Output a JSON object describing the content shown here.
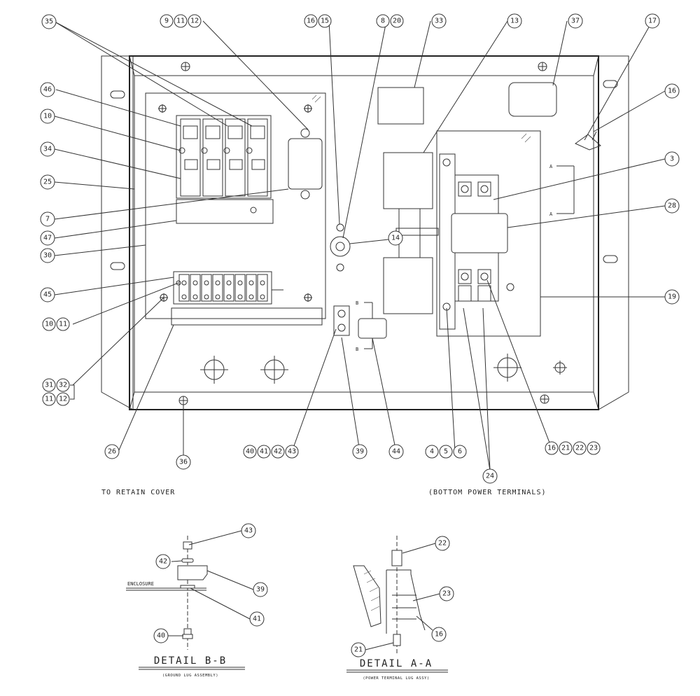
{
  "balloons": {
    "b35": "35",
    "b9": "9",
    "b11a": "11",
    "b12a": "12",
    "b16a": "16",
    "b15": "15",
    "b8": "8",
    "b20": "20",
    "b33": "33",
    "b13": "13",
    "b37": "37",
    "b17": "17",
    "b16b": "16",
    "b46": "46",
    "b10a": "10",
    "b34": "34",
    "b25": "25",
    "b3": "3",
    "b28": "28",
    "b7": "7",
    "b47": "47",
    "b30": "30",
    "b14": "14",
    "b45": "45",
    "b19": "19",
    "b10b": "10",
    "b11b": "11",
    "b31": "31",
    "b32": "32",
    "b11c": "11",
    "b12b": "12",
    "b26": "26",
    "b40": "40",
    "b41": "41",
    "b42": "42",
    "b43": "43",
    "b39": "39",
    "b44": "44",
    "b4": "4",
    "b5": "5",
    "b6": "6",
    "b16c": "16",
    "b21": "21",
    "b22": "22",
    "b23": "23",
    "b36": "36",
    "b24": "24",
    "dbB43": "43",
    "dbB42": "42",
    "dbB39": "39",
    "dbB41": "41",
    "dbB40": "40",
    "daA22": "22",
    "daA23": "23",
    "daA16": "16",
    "daA21": "21"
  },
  "notes": {
    "retain_cover": "TO RETAIN COVER",
    "bottom_power_terminals": "(BOTTOM POWER TERMINALS)",
    "enclosure": "ENCLOSURE"
  },
  "section_marks": {
    "a_top": "A",
    "a_bottom": "A",
    "b_top": "B",
    "b_bottom": "B"
  },
  "details": {
    "b_title": "DETAIL B-B",
    "b_subtitle": "(GROUND LUG ASSEMBLY)",
    "a_title": "DETAIL A-A",
    "a_subtitle": "(POWER TERMINAL LUG ASSY)"
  }
}
